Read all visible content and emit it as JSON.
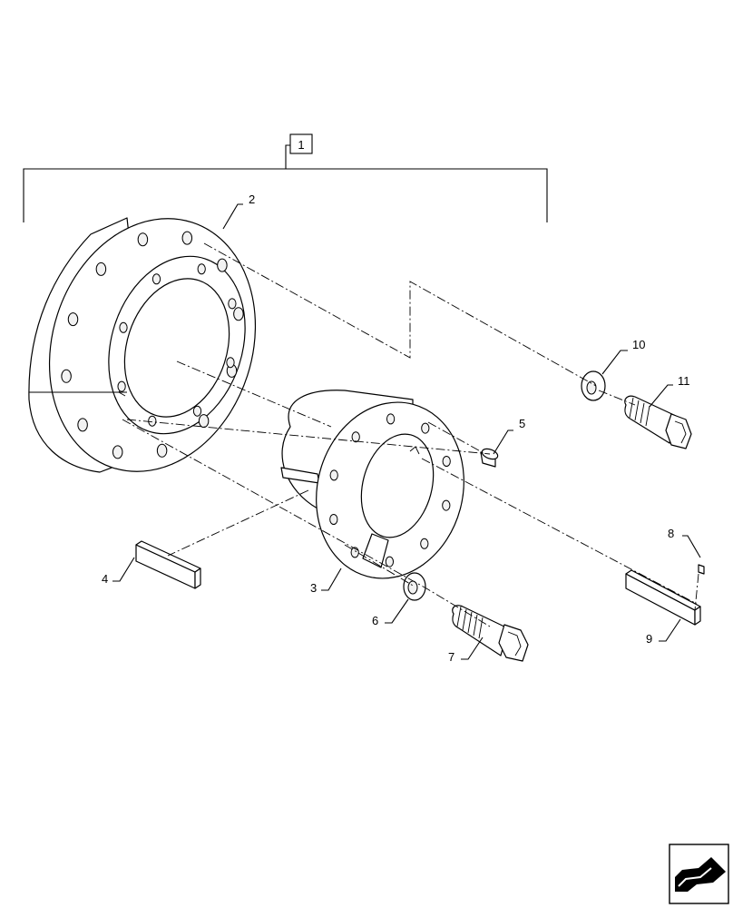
{
  "callouts": {
    "c1": "1",
    "c2": "2",
    "c3": "3",
    "c4": "4",
    "c5": "5",
    "c6": "6",
    "c7": "7",
    "c8": "8",
    "c9": "9",
    "c10": "10",
    "c11": "11"
  },
  "nav_icon": "arrow-icon"
}
